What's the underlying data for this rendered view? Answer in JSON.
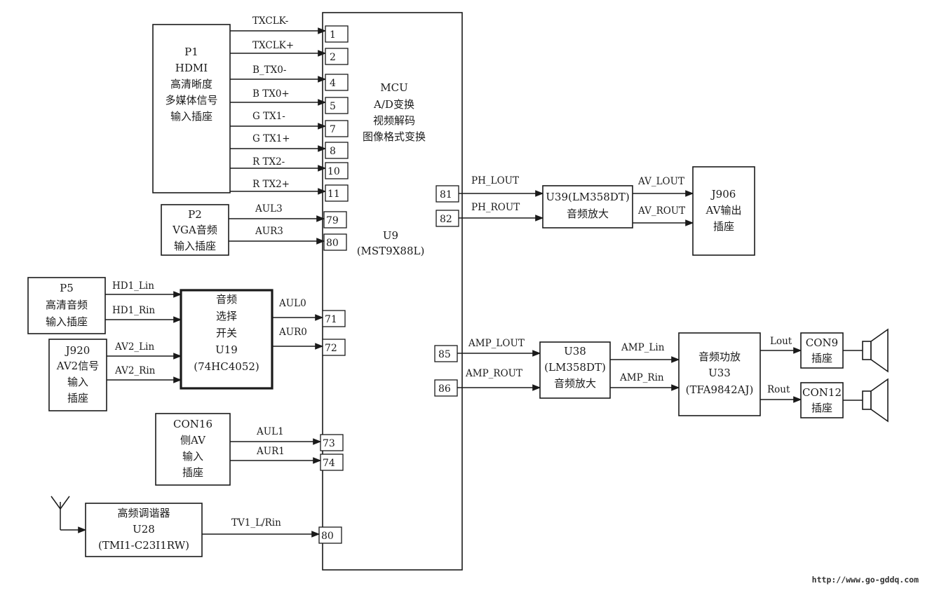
{
  "mcu": {
    "lines": [
      "MCU",
      "A/D变换",
      "视频解码",
      "图像格式变换"
    ],
    "ref": "U9",
    "part": "(MST9X88L)"
  },
  "blocks": {
    "p1": {
      "lines": [
        "P1",
        "HDMI",
        "高清晰度",
        "多媒体信号",
        "输入插座"
      ]
    },
    "p2": {
      "lines": [
        "P2",
        "VGA音频",
        "输入插座"
      ]
    },
    "p5": {
      "lines": [
        "P5",
        "高清音频",
        "输入插座"
      ]
    },
    "j920": {
      "lines": [
        "J920",
        "AV2信号",
        "输入",
        "插座"
      ]
    },
    "u19": {
      "lines": [
        "音频",
        "选择",
        "开关",
        "U19",
        "(74HC4052)"
      ]
    },
    "con16": {
      "lines": [
        "CON16",
        "侧AV",
        "输入",
        "插座"
      ]
    },
    "u28": {
      "lines": [
        "高频调谐器",
        "U28",
        "(TMI1-C23I1RW)"
      ]
    },
    "u39": {
      "lines": [
        "U39(LM358DT)",
        "音频放大"
      ]
    },
    "j906": {
      "lines": [
        "J906",
        "AV输出",
        "插座"
      ]
    },
    "u38": {
      "lines": [
        "U38",
        "(LM358DT)",
        "音频放大"
      ]
    },
    "u33": {
      "lines": [
        "音频功放",
        "U33",
        "(TFA9842AJ)"
      ]
    },
    "con9": {
      "lines": [
        "CON9",
        "插座"
      ]
    },
    "con12": {
      "lines": [
        "CON12",
        "插座"
      ]
    }
  },
  "signals": {
    "txclk_n": "TXCLK-",
    "txclk_p": "TXCLK+",
    "b_tx0_n": "B_TX0-",
    "b_tx0_p": "B TX0+",
    "g_tx1_n": "G TX1-",
    "g_tx1_p": "G TX1+",
    "r_tx2_n": "R TX2-",
    "r_tx2_p": "R TX2+",
    "aul3": "AUL3",
    "aur3": "AUR3",
    "hd1_lin": "HD1_Lin",
    "hd1_rin": "HD1_Rin",
    "av2_lin": "AV2_Lin",
    "av2_rin": "AV2_Rin",
    "aul0": "AUL0",
    "aur0": "AUR0",
    "aul1": "AUL1",
    "aur1": "AUR1",
    "tv1": "TV1_L/Rin",
    "ph_lout": "PH_LOUT",
    "ph_rout": "PH_ROUT",
    "av_lout": "AV_LOUT",
    "av_rout": "AV_ROUT",
    "amp_lout": "AMP_LOUT",
    "amp_rout": "AMP_ROUT",
    "amp_lin": "AMP_Lin",
    "amp_rin": "AMP_Rin",
    "lout": "Lout",
    "rout": "Rout"
  },
  "pins": {
    "p1": "1",
    "p2": "2",
    "p4": "4",
    "p5": "5",
    "p7": "7",
    "p8": "8",
    "p10": "10",
    "p11": "11",
    "p79": "79",
    "p80a": "80",
    "p71": "71",
    "p72": "72",
    "p73": "73",
    "p74": "74",
    "p80b": "80",
    "p81": "81",
    "p82": "82",
    "p85": "85",
    "p86": "86"
  },
  "watermark": "http://www.go-gddq.com"
}
